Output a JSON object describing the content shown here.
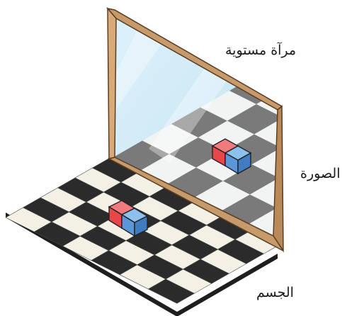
{
  "labels": {
    "mirror": "مرآة مستوية",
    "image": "الصورة",
    "object": "الجسم"
  },
  "colors": {
    "dark_tile": "#2b2b2b",
    "light_tile": "#f3f0e6",
    "floor_edge": "#1e1e1e",
    "floor_side_light": "#d9d6cd",
    "frame": "#c79a6b",
    "frame_outline": "#5a3d22",
    "glass": "#cfe9f6",
    "cube_red": "#e8474a",
    "cube_blue": "#5b97d8"
  },
  "icons": [
    "checkerboard-floor",
    "plane-mirror",
    "object-cube",
    "image-cube"
  ]
}
